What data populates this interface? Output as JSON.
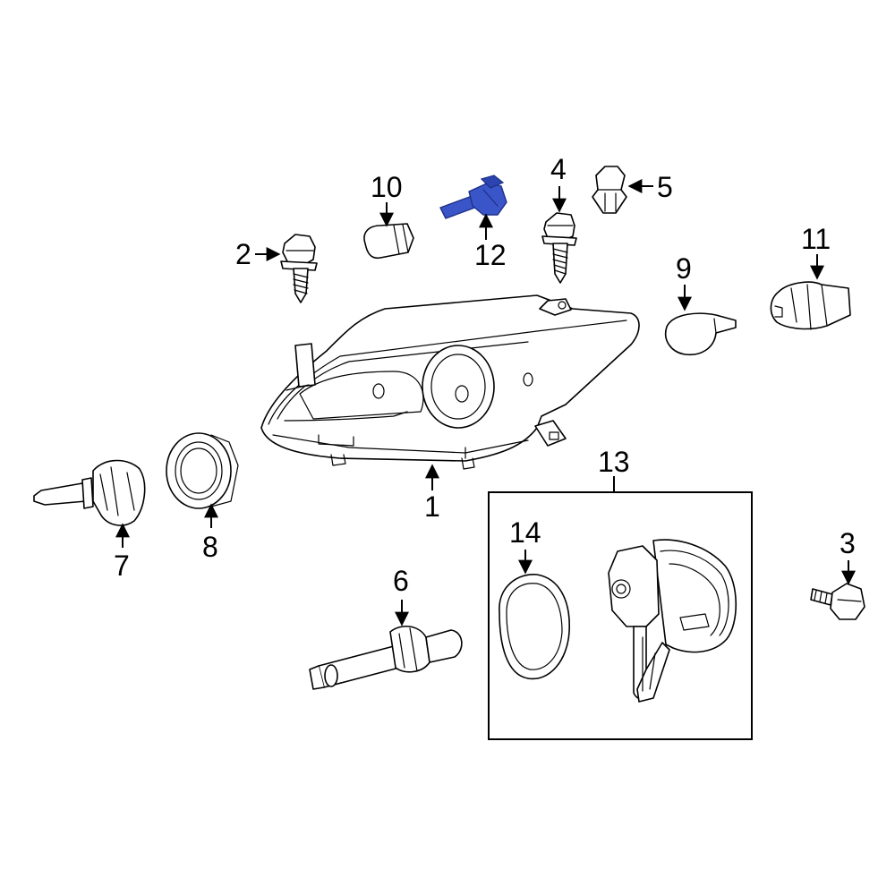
{
  "diagram": {
    "highlight_color": "#3a55c8",
    "line_color": "#000000",
    "background": "#ffffff",
    "callouts": {
      "c1": "1",
      "c2": "2",
      "c3": "3",
      "c4": "4",
      "c5": "5",
      "c6": "6",
      "c7": "7",
      "c8": "8",
      "c9": "9",
      "c10": "10",
      "c11": "11",
      "c12": "12",
      "c13": "13",
      "c14": "14"
    },
    "highlighted_part": "12"
  }
}
